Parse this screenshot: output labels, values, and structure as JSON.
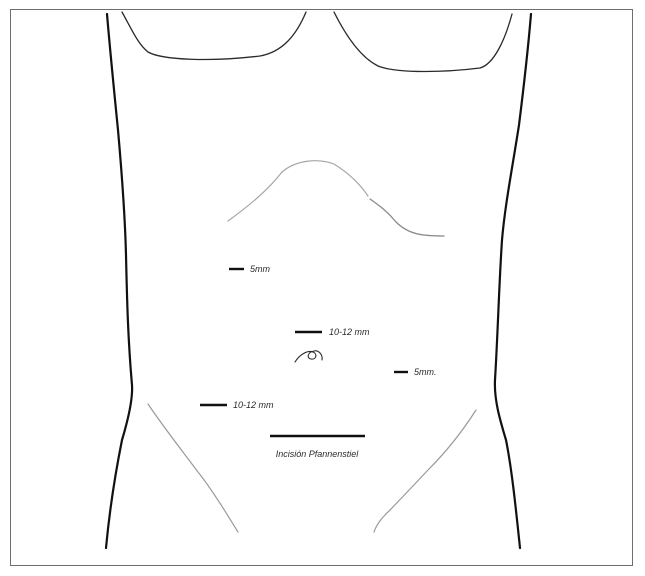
{
  "figure": {
    "background_color": "#ffffff",
    "line_color": "#1a1a1a",
    "soft_line_color": "#9a9a9a",
    "incisions": [
      {
        "id": "upper-left-port",
        "label": "5mm"
      },
      {
        "id": "umbilical-port",
        "label": "10-12 mm"
      },
      {
        "id": "right-port",
        "label": "5mm."
      },
      {
        "id": "lower-left-port",
        "label": "10-12 mm"
      },
      {
        "id": "pfannenstiel",
        "label": "Incisión Pfannenstiel"
      }
    ]
  }
}
